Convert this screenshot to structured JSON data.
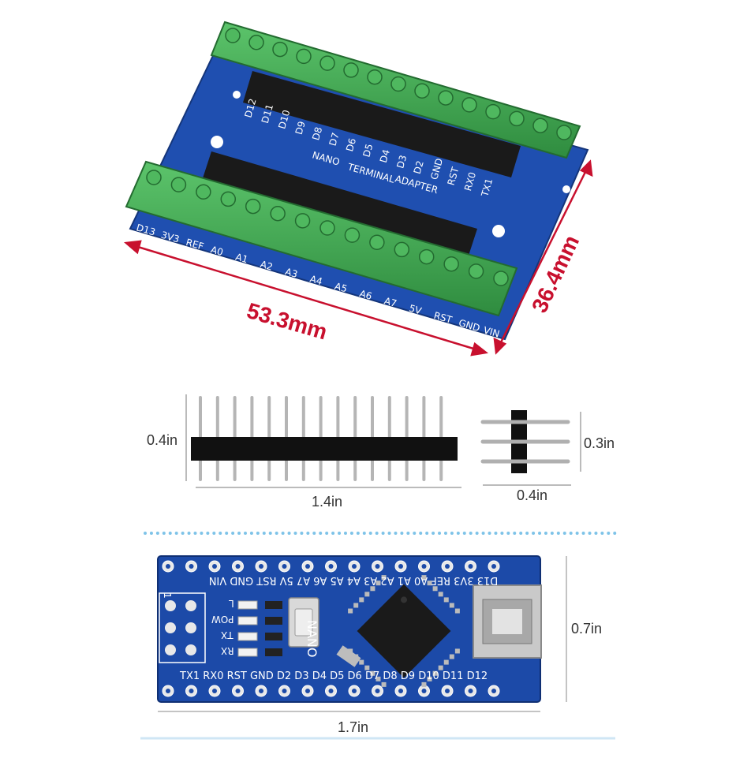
{
  "terminal_adapter": {
    "width_label": "53.3mm",
    "height_label": "36.4mm",
    "board_text": [
      "NANO",
      "TERMINAL",
      "ADAPTER"
    ],
    "top_row_labels": [
      "D12",
      "D11",
      "D10",
      "D9",
      "D8",
      "D7",
      "D6",
      "D5",
      "D4",
      "D3",
      "D2",
      "GND",
      "RST",
      "RX0",
      "TX1"
    ],
    "bottom_row_labels": [
      "D13",
      "3V3",
      "REF",
      "A0",
      "A1",
      "A2",
      "A3",
      "A4",
      "A5",
      "A6",
      "A7",
      "5V",
      "RST",
      "GND",
      "VIN"
    ]
  },
  "header_pins": {
    "long_height_label": "0.4in",
    "long_width_label": "1.4in",
    "short_height_label": "0.3in",
    "short_width_label": "0.4in"
  },
  "nano_board": {
    "width_label": "1.7in",
    "height_label": "0.7in",
    "name": "NANO",
    "top_labels": "D13 3V3 REF A0 A1 A2 A3 A4 A5 A6 A7 5V RST GND VIN",
    "bottom_labels": "TX1 RX0 RST GND D2 D3 D4 D5 D6 D7 D8 D9 D10 D11 D12",
    "led_labels": [
      "L",
      "POW",
      "TX",
      "RX"
    ],
    "icsp_label": "1"
  },
  "colors": {
    "pcb_blue": "#1c4aa8",
    "terminal_green": "#3fae52",
    "dimension_red": "#c8102e",
    "dotted_line": "#7ec3e8"
  }
}
